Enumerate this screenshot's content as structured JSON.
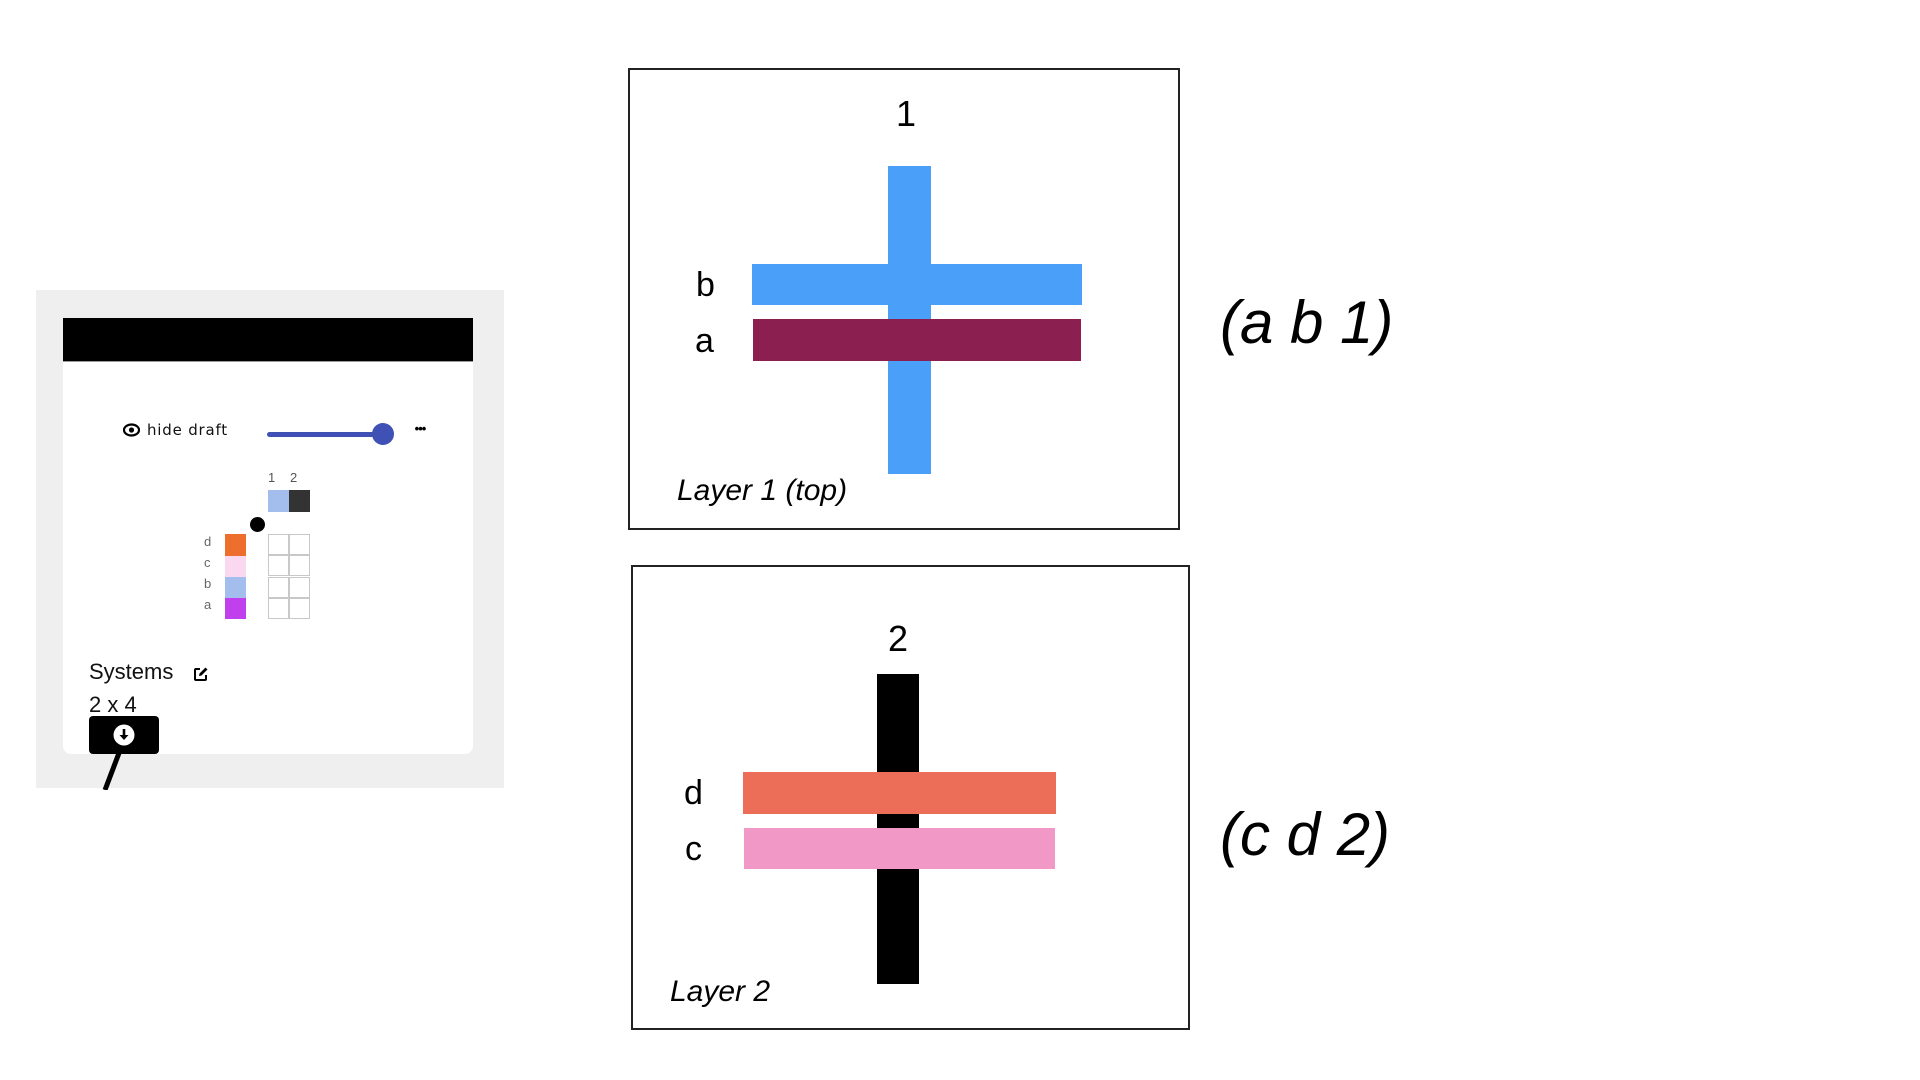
{
  "app": {
    "toolbar": {
      "hide_draft_label": "hide draft",
      "eye_icon": "eye-icon",
      "slider_value_fraction": 1.0,
      "more_label": "•••",
      "slider_color": "#3f51b5"
    },
    "draft": {
      "warp_numbers": [
        "1",
        "2"
      ],
      "warp_colors": [
        "#a3bdec",
        "#333333"
      ],
      "weft_rows": [
        {
          "label": "d",
          "color": "#ed6e2d"
        },
        {
          "label": "c",
          "color": "#fad8ef"
        },
        {
          "label": "b",
          "color": "#a3bdec"
        },
        {
          "label": "a",
          "color": "#bf40ec"
        }
      ],
      "grid_cols": 2,
      "grid_rows": 4
    },
    "systems": {
      "title": "Systems",
      "edit_icon": "edit-icon",
      "dimensions": "2 x 4",
      "download_icon": "download-icon"
    }
  },
  "diagrams": [
    {
      "caption": "Layer 1 (top)",
      "warp": {
        "label": "1",
        "color": "#4aa0f8"
      },
      "wefts": [
        {
          "label": "b",
          "color": "#4aa0f8"
        },
        {
          "label": "a",
          "color": "#8b1f50"
        }
      ],
      "sequence": "(a b 1)"
    },
    {
      "caption": "Layer 2",
      "warp": {
        "label": "2",
        "color": "#000000"
      },
      "wefts": [
        {
          "label": "d",
          "color": "#ec6e59"
        },
        {
          "label": "c",
          "color": "#f198c6"
        }
      ],
      "sequence": "(c d 2)"
    }
  ]
}
